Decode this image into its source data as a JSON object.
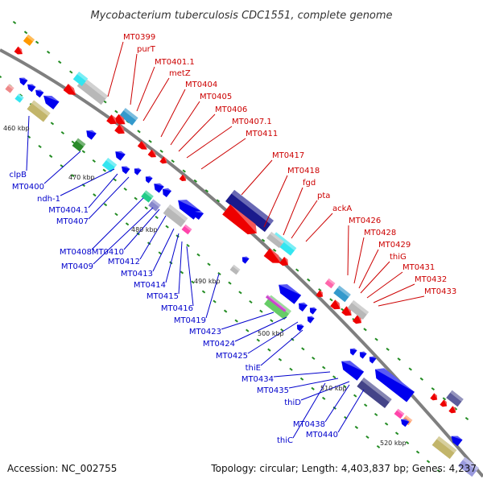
{
  "title": "Mycobacterium tuberculosis CDC1551, complete genome",
  "accession": "Accession: NC_002755",
  "summary": "Topology: circular; Length: 4,403,837 bp; Genes: 4,237",
  "colors": {
    "backbone": "#7f7f7f",
    "forward_label": "#cc0000",
    "reverse_label": "#0000cc",
    "tick": "#228b22"
  },
  "ticks": [
    "460 kbp",
    "470 kbp",
    "480 kbp",
    "490 kbp",
    "500 kbp",
    "510 kbp",
    "520 kbp"
  ],
  "forward_genes": [
    "MT0399",
    "purT",
    "MT0401.1",
    "metZ",
    "MT0404",
    "MT0405",
    "MT0406",
    "MT0407.1",
    "MT0411",
    "MT0417",
    "MT0418",
    "fgd",
    "pta",
    "ackA",
    "MT0426",
    "MT0428",
    "MT0429",
    "thiG",
    "MT0431",
    "MT0432",
    "MT0433"
  ],
  "reverse_genes": [
    "clpB",
    "MT0400",
    "ndh-1",
    "MT0404.1",
    "MT0407",
    "MT0408",
    "MT0409",
    "MT0410",
    "MT0412",
    "MT0413",
    "MT0414",
    "MT0415",
    "MT0416",
    "MT0419",
    "MT0423",
    "MT0424",
    "MT0425",
    "thiE",
    "MT0434",
    "MT0435",
    "thiD",
    "MT0438",
    "MT0440",
    "thiC"
  ]
}
